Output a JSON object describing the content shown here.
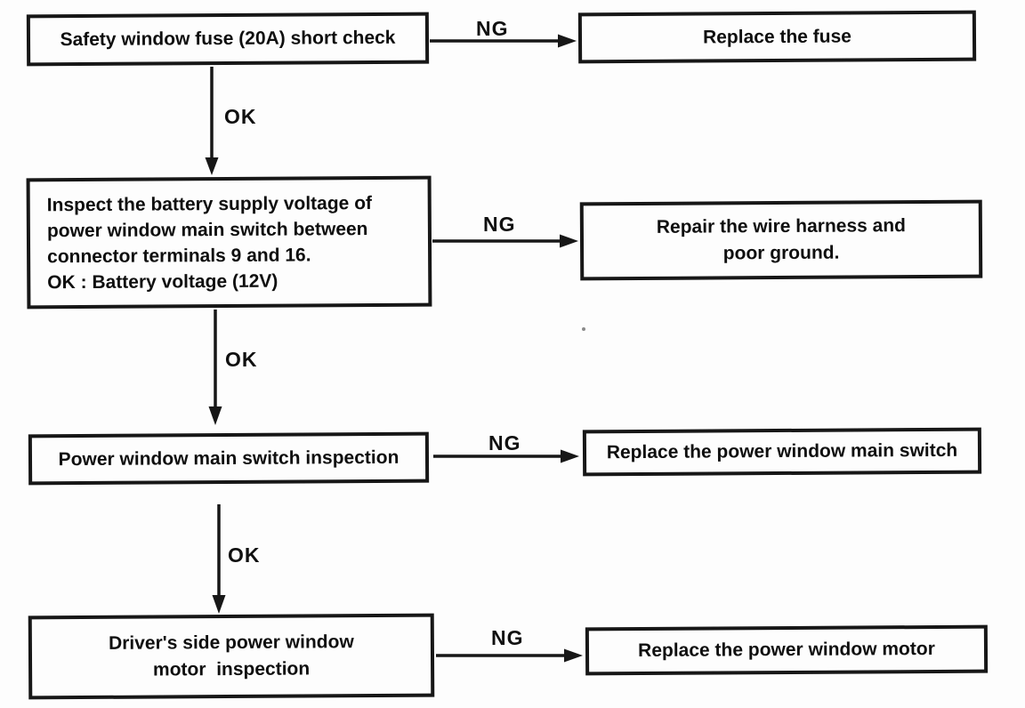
{
  "page": {
    "background": "#fdfdfd",
    "ink": "#171717"
  },
  "flowchart": {
    "ng_label": "NG",
    "ok_label": "OK",
    "rows": [
      {
        "step_lines": [
          "Safety window fuse (20A) short check"
        ],
        "action_lines": [
          "Replace the fuse"
        ]
      },
      {
        "step_lines": [
          "Inspect the battery supply voltage of",
          "power window main switch between",
          "connector terminals 9 and 16.",
          "OK : Battery voltage (12V)"
        ],
        "action_lines": [
          "Repair the wire harness and",
          "poor ground."
        ]
      },
      {
        "step_lines": [
          "Power window main switch inspection"
        ],
        "action_lines": [
          "Replace the power window main switch"
        ]
      },
      {
        "step_lines": [
          "Driver's side power window",
          "motor  inspection"
        ],
        "action_lines": [
          "Replace the power window motor"
        ]
      }
    ]
  }
}
